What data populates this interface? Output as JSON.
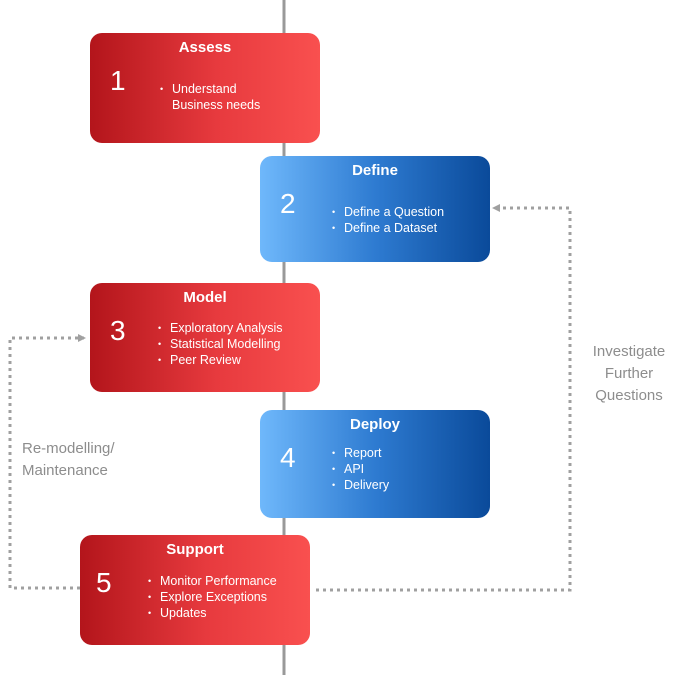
{
  "steps": [
    {
      "number": "1",
      "title": "Assess",
      "bullets": [
        "Understand",
        "Business needs"
      ]
    },
    {
      "number": "2",
      "title": "Define",
      "bullets": [
        "Define a Question",
        "Define a Dataset"
      ]
    },
    {
      "number": "3",
      "title": "Model",
      "bullets": [
        "Exploratory Analysis",
        "Statistical Modelling",
        "Peer Review"
      ]
    },
    {
      "number": "4",
      "title": "Deploy",
      "bullets": [
        "Report",
        "API",
        "Delivery"
      ]
    },
    {
      "number": "5",
      "title": "Support",
      "bullets": [
        "Monitor Performance",
        "Explore Exceptions",
        "Updates"
      ]
    }
  ],
  "loops": {
    "left": {
      "lines": [
        "Re-modelling/",
        "Maintenance"
      ]
    },
    "right": {
      "lines": [
        "Investigate",
        "Further",
        "Questions"
      ]
    }
  },
  "colors": {
    "red": "#e73a3e",
    "blue": "#2e7bd1",
    "connector": "#a0a0a0",
    "spine": "#999999",
    "label": "#8d8d8d"
  }
}
